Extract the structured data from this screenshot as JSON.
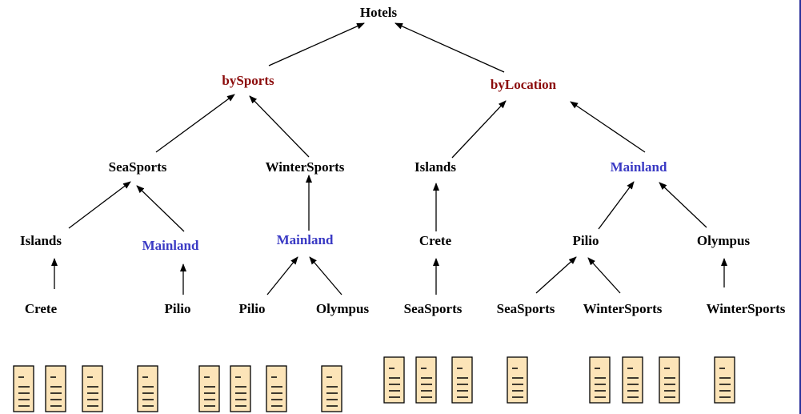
{
  "colors": {
    "category": "#8b0a0a",
    "highlight": "#3a3ac4",
    "default": "#000000",
    "document_fill": "#fce4b8"
  },
  "nodes": [
    {
      "id": "hotels",
      "label": "Hotels",
      "style": "default"
    },
    {
      "id": "bysports",
      "label": "bySports",
      "style": "category"
    },
    {
      "id": "bylocation",
      "label": "byLocation",
      "style": "category"
    },
    {
      "id": "seasports",
      "label": "SeaSports",
      "style": "default"
    },
    {
      "id": "wintersports",
      "label": "WinterSports",
      "style": "default"
    },
    {
      "id": "islands-loc",
      "label": "Islands",
      "style": "default"
    },
    {
      "id": "mainland-loc",
      "label": "Mainland",
      "style": "highlight"
    },
    {
      "id": "islands-sea",
      "label": "Islands",
      "style": "default"
    },
    {
      "id": "mainland-sea",
      "label": "Mainland",
      "style": "highlight"
    },
    {
      "id": "mainland-winter",
      "label": "Mainland",
      "style": "highlight"
    },
    {
      "id": "crete-loc",
      "label": "Crete",
      "style": "default"
    },
    {
      "id": "pilio-loc",
      "label": "Pilio",
      "style": "default"
    },
    {
      "id": "olympus-loc",
      "label": "Olympus",
      "style": "default"
    },
    {
      "id": "crete-sea",
      "label": "Crete",
      "style": "default"
    },
    {
      "id": "pilio-sea",
      "label": "Pilio",
      "style": "default"
    },
    {
      "id": "pilio-winter",
      "label": "Pilio",
      "style": "default"
    },
    {
      "id": "olympus-winter",
      "label": "Olympus",
      "style": "default"
    },
    {
      "id": "seasports-crete",
      "label": "SeaSports",
      "style": "default"
    },
    {
      "id": "seasports-pilio",
      "label": "SeaSports",
      "style": "default"
    },
    {
      "id": "wintersports-pilio",
      "label": "WinterSports",
      "style": "default"
    },
    {
      "id": "wintersports-olympus",
      "label": "WinterSports",
      "style": "default"
    }
  ],
  "edges": [
    {
      "from": "bysports",
      "to": "hotels"
    },
    {
      "from": "bylocation",
      "to": "hotels"
    },
    {
      "from": "seasports",
      "to": "bysports"
    },
    {
      "from": "wintersports",
      "to": "bysports"
    },
    {
      "from": "islands-loc",
      "to": "bylocation"
    },
    {
      "from": "mainland-loc",
      "to": "bylocation"
    },
    {
      "from": "islands-sea",
      "to": "seasports"
    },
    {
      "from": "mainland-sea",
      "to": "seasports"
    },
    {
      "from": "mainland-winter",
      "to": "wintersports"
    },
    {
      "from": "crete-loc",
      "to": "islands-loc"
    },
    {
      "from": "pilio-loc",
      "to": "mainland-loc"
    },
    {
      "from": "olympus-loc",
      "to": "mainland-loc"
    },
    {
      "from": "crete-sea",
      "to": "islands-sea"
    },
    {
      "from": "pilio-sea",
      "to": "mainland-sea"
    },
    {
      "from": "pilio-winter",
      "to": "mainland-winter"
    },
    {
      "from": "olympus-winter",
      "to": "mainland-winter"
    },
    {
      "from": "seasports-crete",
      "to": "crete-loc"
    },
    {
      "from": "seasports-pilio",
      "to": "pilio-loc"
    },
    {
      "from": "wintersports-pilio",
      "to": "pilio-loc"
    },
    {
      "from": "wintersports-olympus",
      "to": "olympus-loc"
    }
  ],
  "document_groups": [
    {
      "id": "docs-crete-sea",
      "count": 3
    },
    {
      "id": "docs-pilio-sea",
      "count": 1
    },
    {
      "id": "docs-pilio-olympus-winter",
      "count": 3
    },
    {
      "id": "docs-olympus-winter",
      "count": 1
    },
    {
      "id": "docs-seasports-crete",
      "count": 3
    },
    {
      "id": "docs-seasports-pilio",
      "count": 1
    },
    {
      "id": "docs-seasports-wintersports-pilio",
      "count": 3
    },
    {
      "id": "docs-wintersports-olympus",
      "count": 1
    }
  ]
}
